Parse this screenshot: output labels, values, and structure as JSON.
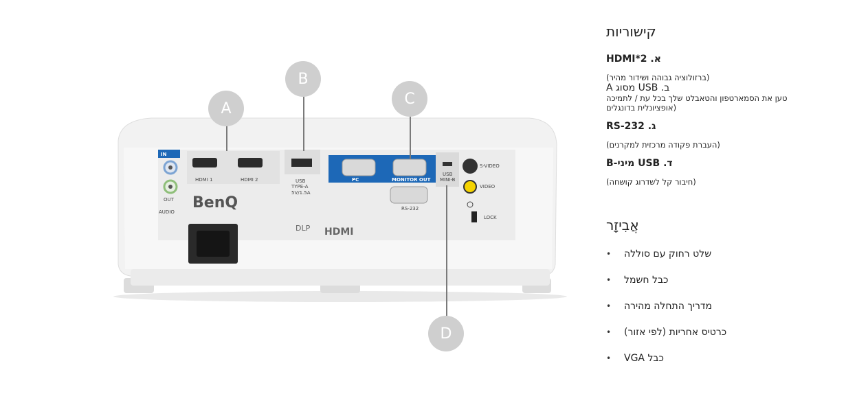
{
  "illustration": {
    "callouts": [
      "A",
      "B",
      "C",
      "D"
    ],
    "labels": {
      "in": "IN",
      "out": "OUT",
      "audio": "AUDIO",
      "hdmi1": "HDMI 1",
      "hdmi2": "HDMI 2",
      "usb_a": "USB",
      "usb_a2": "TYPE-A",
      "usb_a3": "5V/1.5A",
      "pc": "PC",
      "monitor_out": "MONITOR OUT",
      "rs232": "RS-232",
      "usb_mini": "USB",
      "usb_mini2": "MINI-B",
      "s_video": "S-VIDEO",
      "video": "VIDEO",
      "lock": "LOCK",
      "brand": "BenQ",
      "dlp": "DLP",
      "hdmi_logo": "HDMI"
    }
  },
  "connectivity": {
    "title": "קישוריות",
    "items": [
      {
        "head": "א.  HDMI*2",
        "desc": "(ברזולוציה גבוהה ושידור מהיר)"
      },
      {
        "head": "ב.  USB מסוג A",
        "desc": "טען את הסמארטפון והטאבלט שלך בכל עת / לתמיכה (אופציונלית בדונגלים"
      },
      {
        "head": "ג. RS-232",
        "desc": "(העברת פקודה מרכזית למקרנים)"
      },
      {
        "head": "ד.  USB מיני-B",
        "desc": "(חיבור קל לשדרוג קושחה)"
      }
    ]
  },
  "accessories": {
    "title": "אֲבִיזָר",
    "bullet": "•",
    "items": [
      "שלט רחוק עם סוללה",
      "כבל חשמל",
      "מדריך התחלה מהירה",
      "כרטיס אחריות (לפי אזור)",
      "כבל VGA"
    ]
  }
}
